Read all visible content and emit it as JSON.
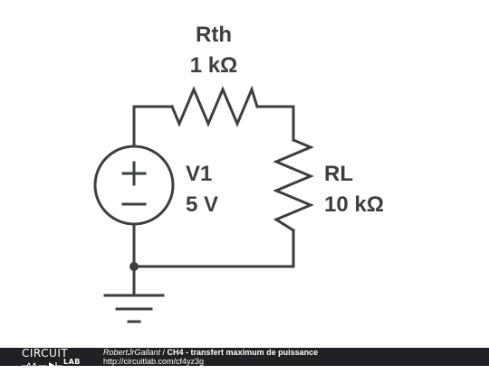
{
  "components": {
    "rth": {
      "name": "Rth",
      "value": "1 kΩ"
    },
    "rl": {
      "name": "RL",
      "value": "10 kΩ"
    },
    "v1": {
      "name": "V1",
      "value": "5 V"
    }
  },
  "footer": {
    "logo_top": "CIRCUIT",
    "logo_bottom": "LAB",
    "author": "RobertJrGallant",
    "separator": " / ",
    "title": "CH4 - transfert maximum de puissance",
    "url": "http://circuitlab.com/cf4yz3g"
  },
  "colors": {
    "ink": "#3b3f42",
    "footer_bg": "#1f2124"
  }
}
